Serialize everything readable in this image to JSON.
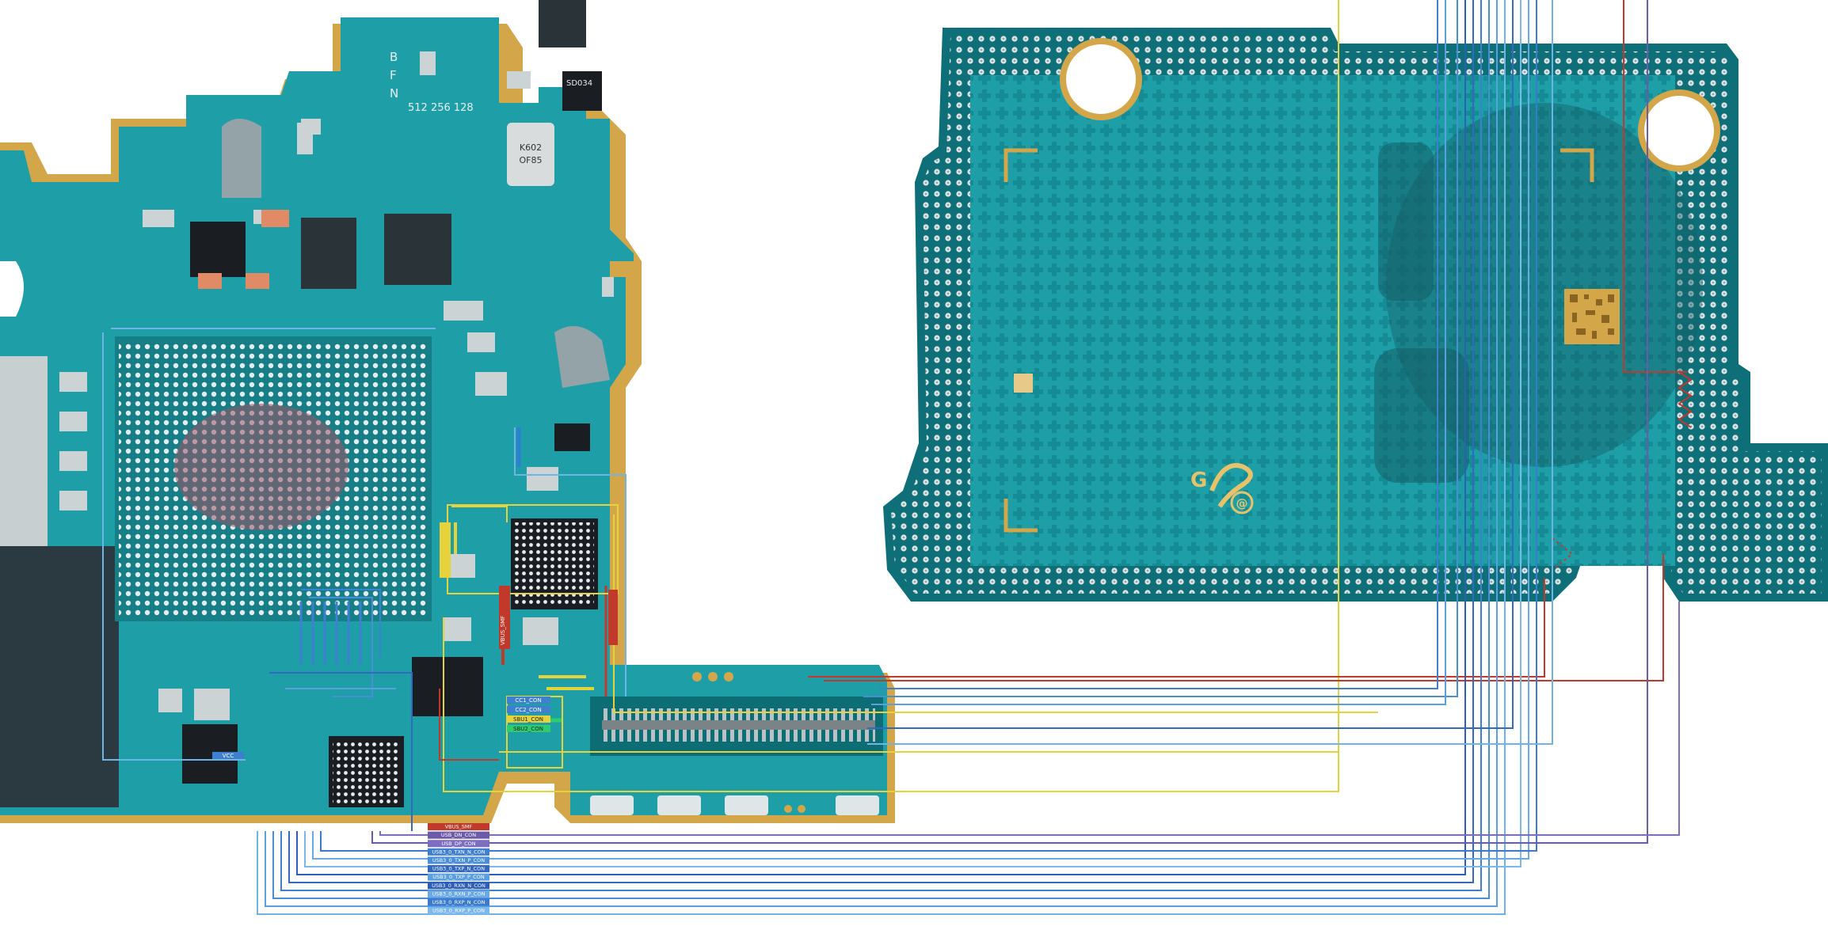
{
  "board_marks": {
    "letter_b": "B",
    "letter_f": "F",
    "letter_n": "N",
    "part_code": "512 256 128",
    "chip_code": "SD034",
    "inductor_code_1": "K602",
    "inductor_code_2": "OF85",
    "logo_g": "G",
    "logo_at": "@"
  },
  "legend": [
    {
      "label": "VBUS_SMF",
      "color": "#c0392b"
    },
    {
      "label": "USB_DN_CON",
      "color": "#6c5ba8"
    },
    {
      "label": "USB_DP_CON",
      "color": "#7d6cc0"
    },
    {
      "label": "USB3_0_TXN_N_CON",
      "color": "#3f7fd0"
    },
    {
      "label": "USB3_0_TXN_P_CON",
      "color": "#4a8ed8"
    },
    {
      "label": "USB3_0_TXP_N_CON",
      "color": "#3568c0"
    },
    {
      "label": "USB3_0_TXP_P_CON",
      "color": "#5aa0e0"
    },
    {
      "label": "USB3_0_RXN_N_CON",
      "color": "#2d5fb8"
    },
    {
      "label": "USB3_0_RXN_P_CON",
      "color": "#6aa8e8"
    },
    {
      "label": "USB3_0_RXP_N_CON",
      "color": "#3b7ad0"
    },
    {
      "label": "USB3_0_RXP_P_CON",
      "color": "#7bb8ee"
    }
  ],
  "net_labels": {
    "cc1": "CC1_CON",
    "cc2": "CC2_CON",
    "sbu1": "SBU1_CON",
    "sbu2": "SBU2_CON",
    "vbus": "VBUS_SMF",
    "vcc": "VCC"
  },
  "colors": {
    "pcb_green": "#1e9fa8",
    "pcb_dark": "#157f88",
    "pcb_light": "#3fb6bd",
    "solder_mask_edge": "#0e6f78",
    "gold": "#d4a64a",
    "pad_silver": "#dfe6e8",
    "wire_red": "#c0392b",
    "wire_yellow": "#e6d23a",
    "wire_blue": "#3f7fd0",
    "wire_light_blue": "#6fb4e6",
    "wire_purple": "#6c5ba8"
  }
}
